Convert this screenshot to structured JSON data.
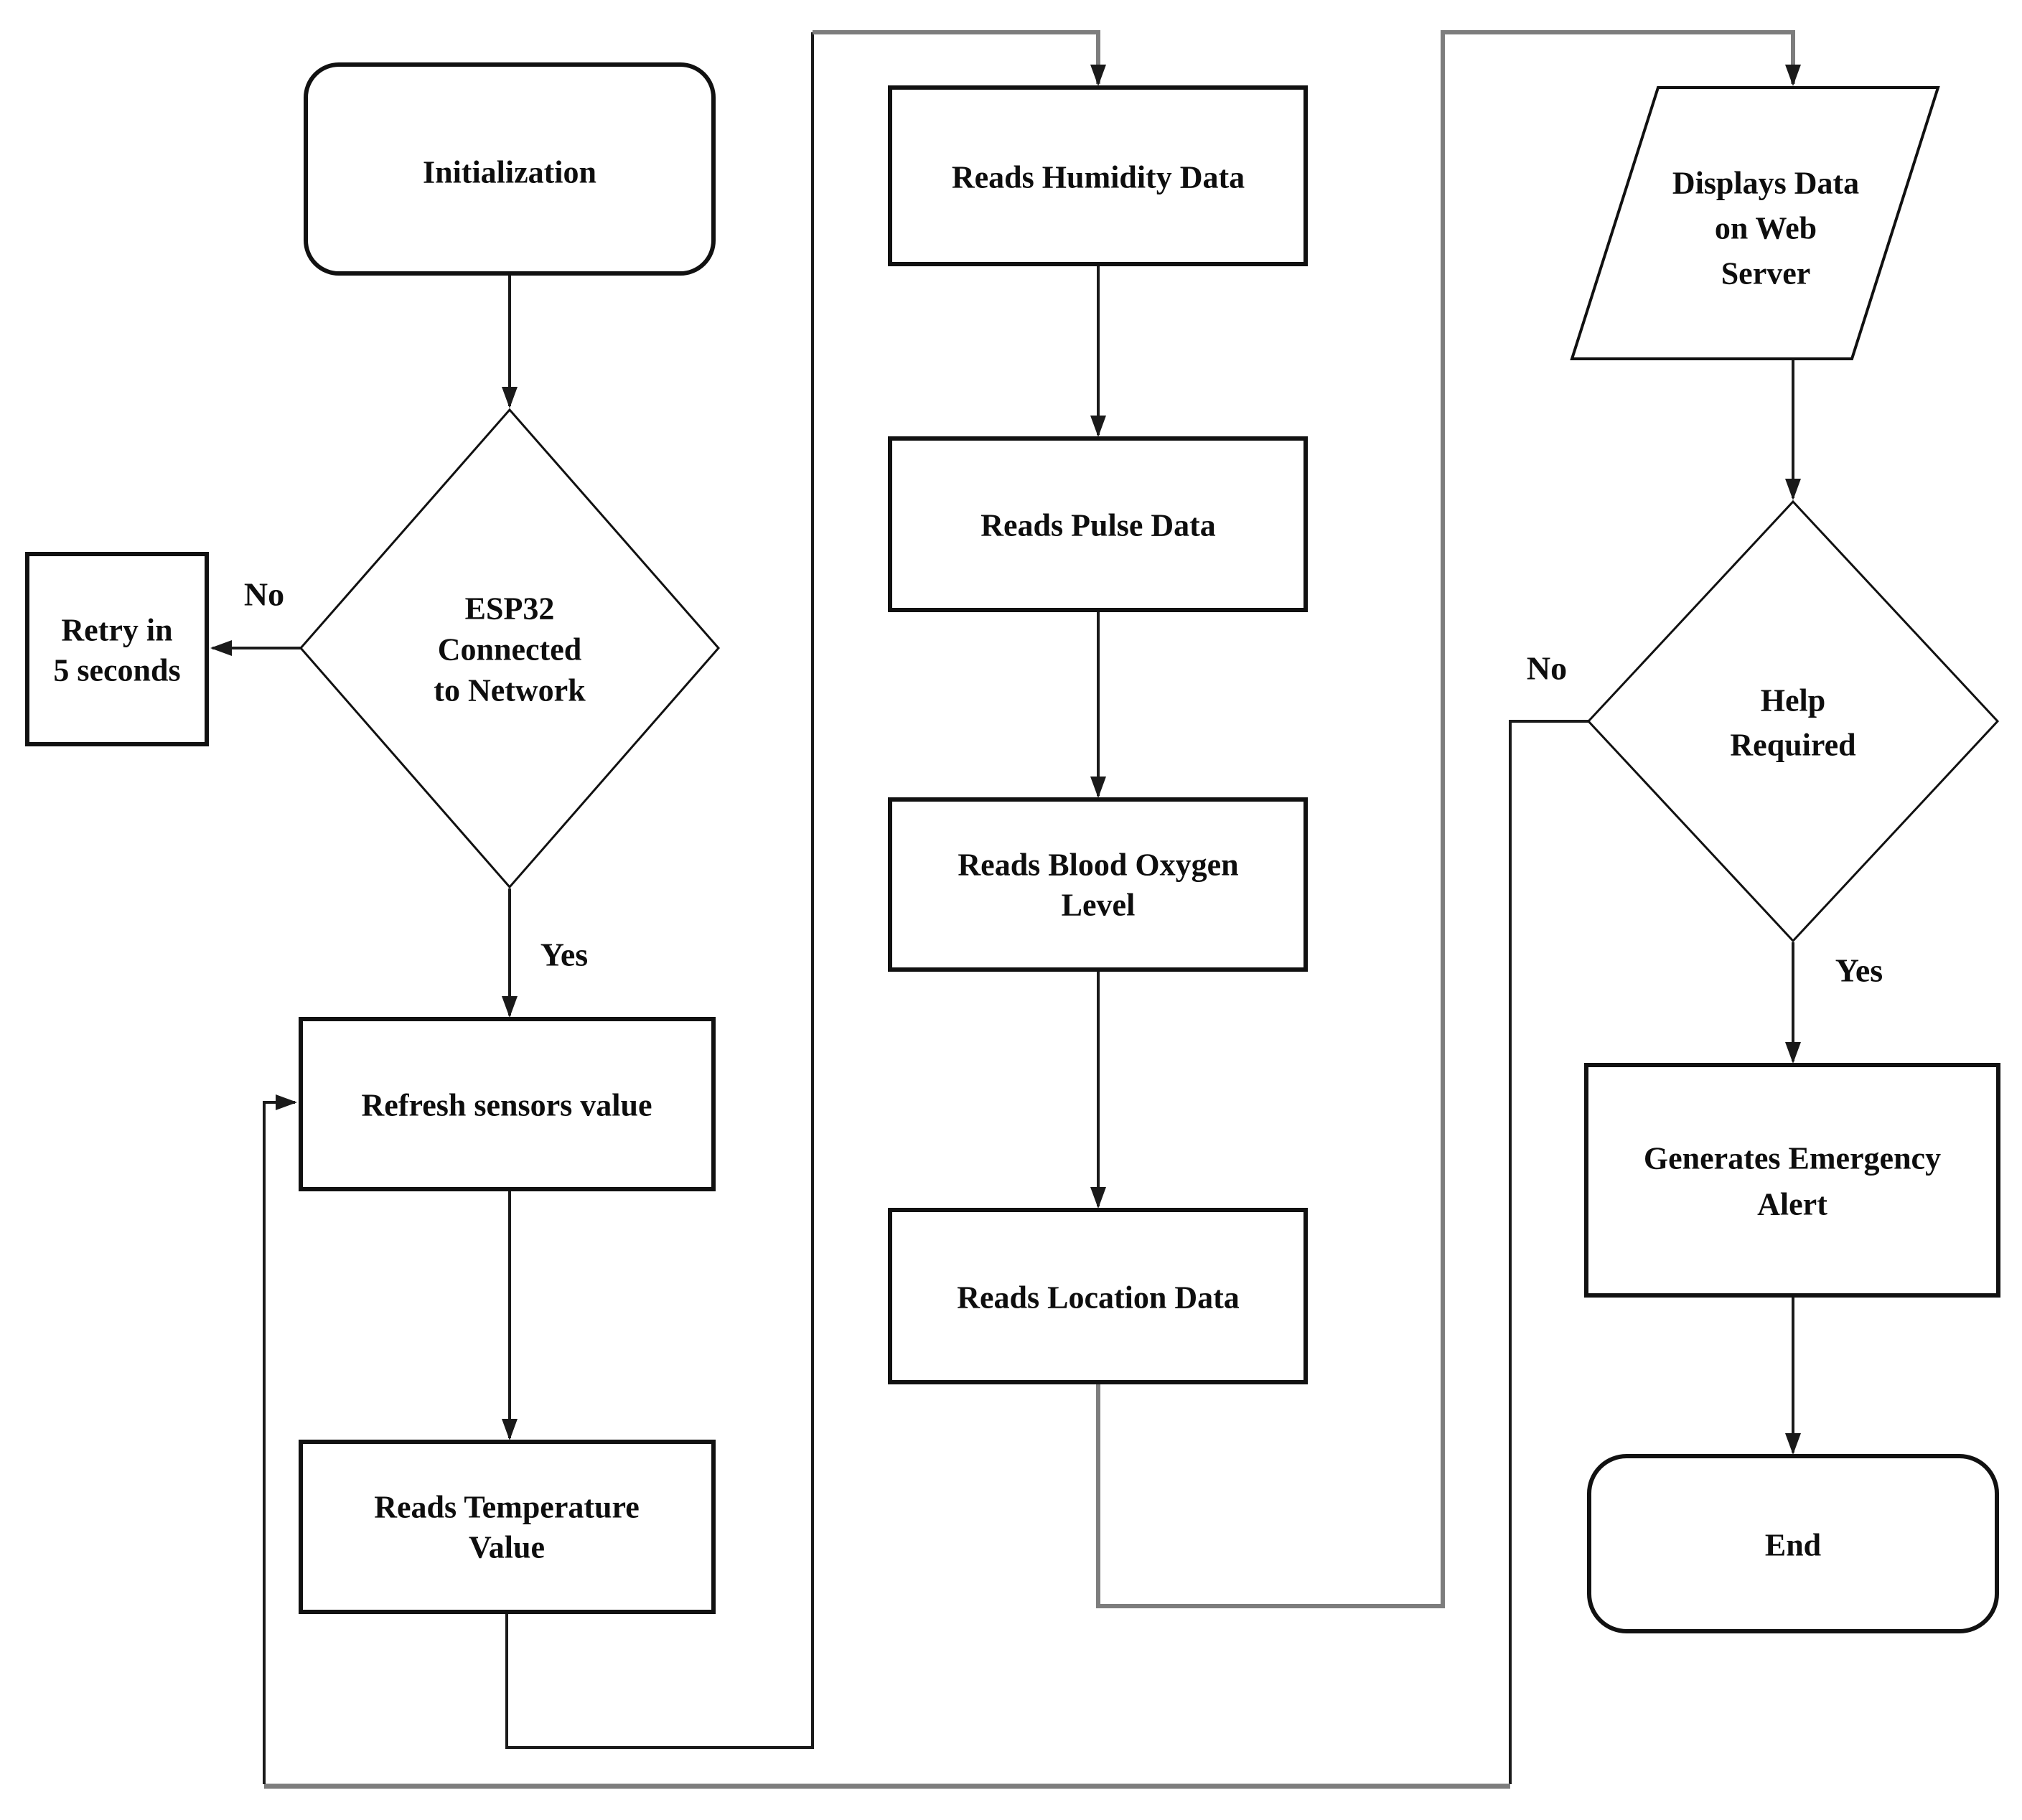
{
  "figure": {
    "type": "flowchart",
    "background": "#ffffff"
  },
  "colors": {
    "background": "#ffffff",
    "fill": "#ffffff",
    "shape_stroke": "#111111",
    "connector": "#1a1a1a",
    "connector_gray": "#7d7d7d",
    "text": "#0e0e0e"
  },
  "nodes": {
    "init": {
      "shape": "rounded-rect",
      "label": "Initialization"
    },
    "esp32_decision": {
      "shape": "diamond",
      "line1": "ESP32",
      "line2": "Connected",
      "line3": "to Network"
    },
    "retry": {
      "shape": "rect",
      "line1": "Retry in",
      "line2": "5 seconds"
    },
    "refresh": {
      "shape": "rect",
      "label": "Refresh sensors value"
    },
    "read_temperature": {
      "shape": "rect",
      "line1": "Reads Temperature",
      "line2": "Value"
    },
    "read_humidity": {
      "shape": "rect",
      "label": "Reads Humidity Data"
    },
    "read_pulse": {
      "shape": "rect",
      "label": "Reads Pulse Data"
    },
    "read_blood_oxygen": {
      "shape": "rect",
      "line1": "Reads Blood Oxygen",
      "line2": "Level"
    },
    "read_location": {
      "shape": "rect",
      "label": "Reads Location Data"
    },
    "display_web": {
      "shape": "parallelogram",
      "line1": "Displays Data",
      "line2": "on Web",
      "line3": "Server"
    },
    "help_decision": {
      "shape": "diamond",
      "line1": "Help",
      "line2": "Required"
    },
    "emergency_alert": {
      "shape": "rect",
      "line1": "Generates Emergency",
      "line2": "Alert"
    },
    "end": {
      "shape": "rounded-rect",
      "label": "End"
    }
  },
  "edge_labels": {
    "esp32_no": "No",
    "esp32_yes": "Yes",
    "help_no": "No",
    "help_yes": "Yes"
  }
}
